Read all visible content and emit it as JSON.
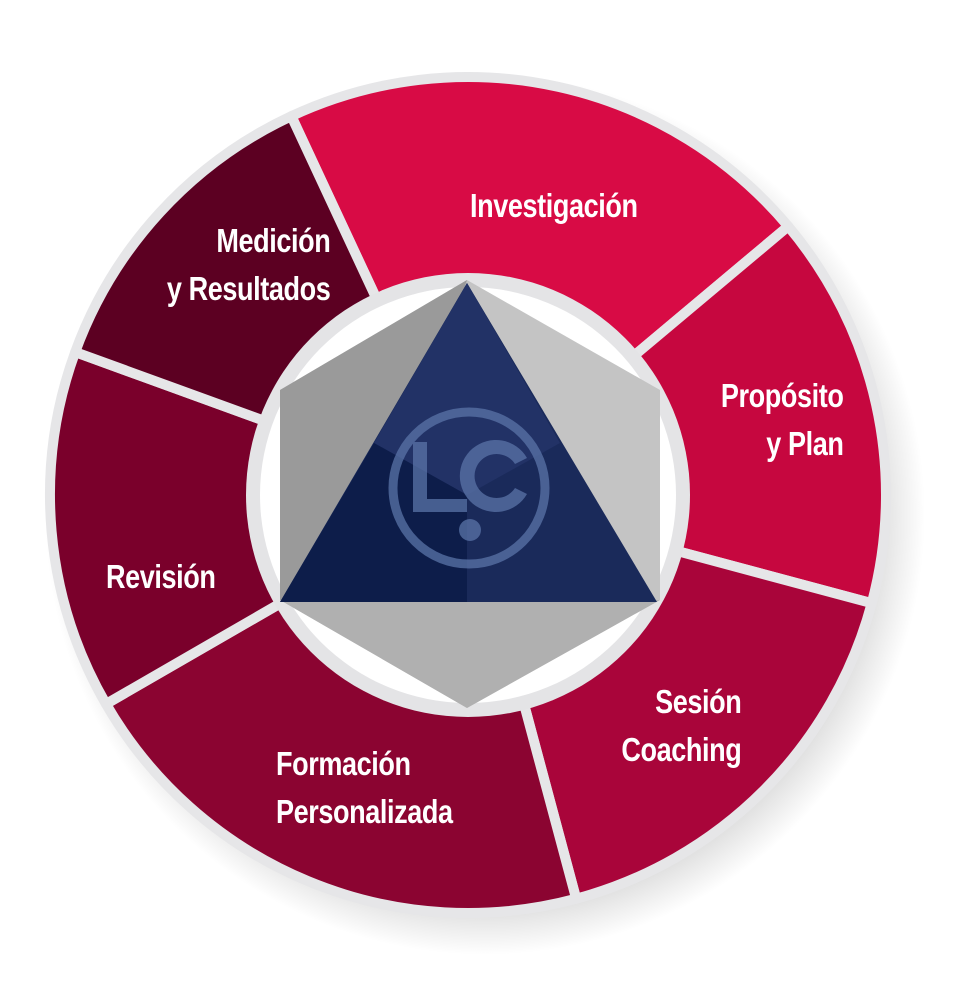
{
  "logo_text": "LC",
  "steps": [
    {
      "lines": [
        "Investigación"
      ],
      "color": "#d80b45"
    },
    {
      "lines": [
        "Propósito",
        "y Plan"
      ],
      "color": "#c6073f"
    },
    {
      "lines": [
        "Sesión",
        "Coaching"
      ],
      "color": "#a9053a"
    },
    {
      "lines": [
        "Formación",
        "Personalizada"
      ],
      "color": "#8b0431"
    },
    {
      "lines": [
        "Revisión"
      ],
      "color": "#7a002b"
    },
    {
      "lines": [
        "Medición",
        "y Resultados"
      ],
      "color": "#5c0022"
    }
  ],
  "center_colors": {
    "triangle": "#1a2a5a",
    "hexagon": "#c4c4c4",
    "logo": "#5a74a8"
  }
}
